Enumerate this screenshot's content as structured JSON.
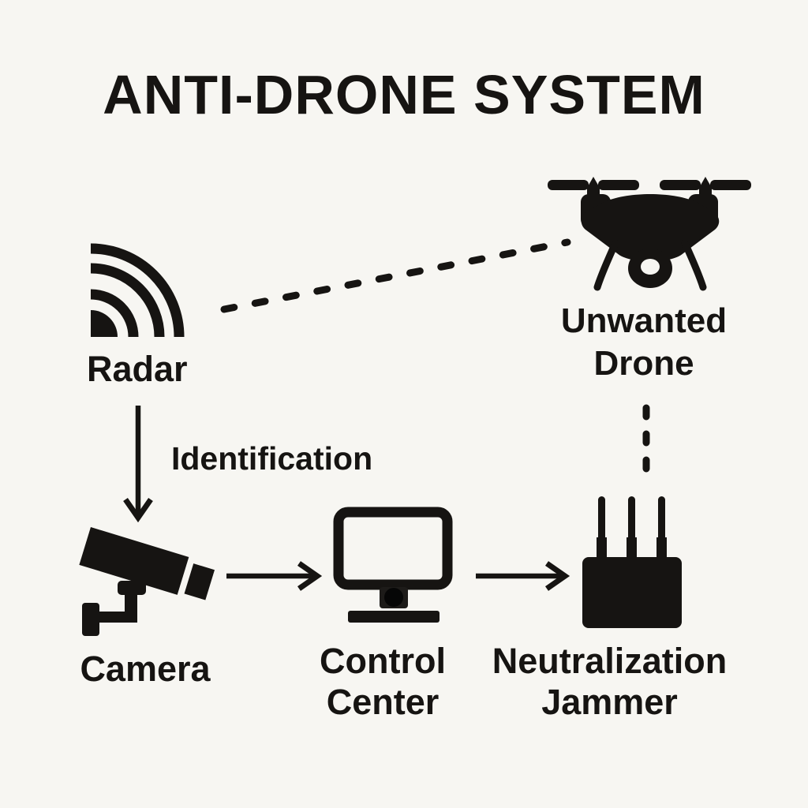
{
  "colors": {
    "background": "#f7f6f2",
    "ink": "#161412"
  },
  "title": "ANTI-DRONE SYSTEM",
  "nodes": {
    "radar": {
      "label": "Radar",
      "icon": "radar-signal-icon"
    },
    "unwanted_drone": {
      "label": "Unwanted Drone",
      "icon": "drone-icon"
    },
    "camera": {
      "label": "Camera",
      "icon": "cctv-camera-icon"
    },
    "control_center": {
      "label": "Control Center",
      "icon": "computer-monitor-icon"
    },
    "neutralization_jammer": {
      "label": "Neutralization Jammer",
      "icon": "jammer-box-icon"
    }
  },
  "edges": [
    {
      "from": "radar",
      "to": "unwanted_drone",
      "style": "dashed-line",
      "label": ""
    },
    {
      "from": "radar",
      "to": "camera",
      "style": "solid-arrow",
      "label": "Identification"
    },
    {
      "from": "camera",
      "to": "control_center",
      "style": "solid-arrow",
      "label": ""
    },
    {
      "from": "control_center",
      "to": "neutralization_jammer",
      "style": "solid-arrow",
      "label": ""
    },
    {
      "from": "unwanted_drone",
      "to": "neutralization_jammer",
      "style": "dashed-line",
      "label": ""
    }
  ]
}
